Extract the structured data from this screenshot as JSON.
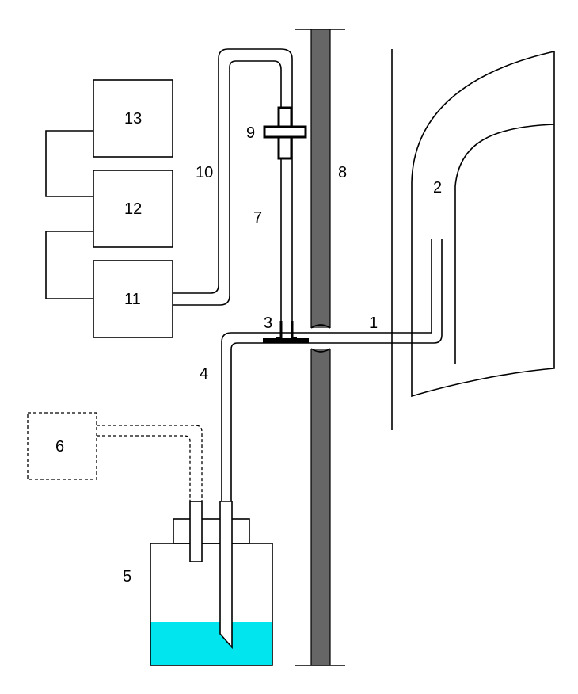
{
  "labels": {
    "l1": "1",
    "l2": "2",
    "l3": "3",
    "l4": "4",
    "l5": "5",
    "l6": "6",
    "l7": "7",
    "l8": "8",
    "l9": "9",
    "l10": "10",
    "l11": "11",
    "l12": "12",
    "l13": "13"
  },
  "colors": {
    "liquid": "#00e5ee",
    "wall": "#666666",
    "line": "#000000",
    "background": "#ffffff"
  }
}
